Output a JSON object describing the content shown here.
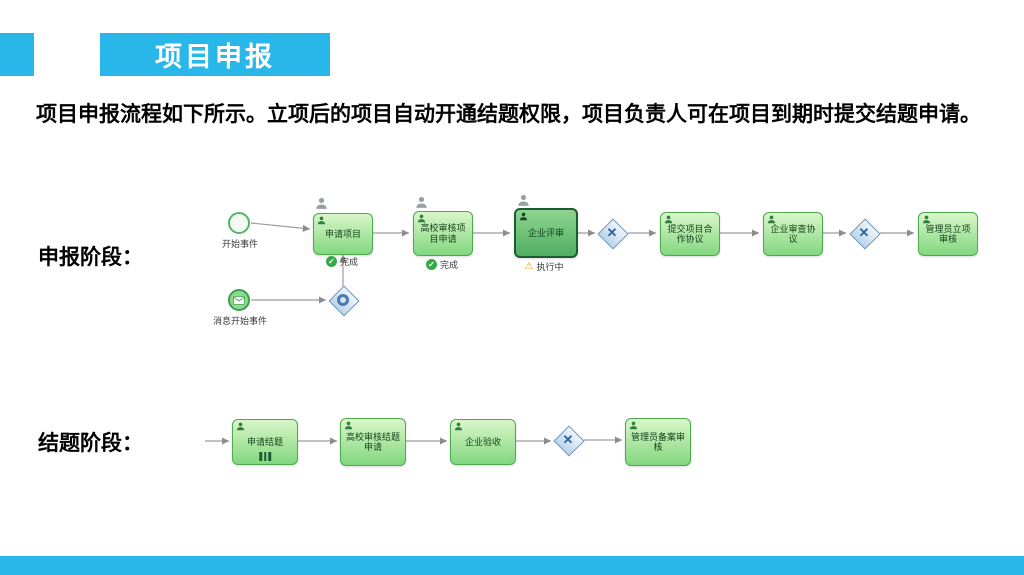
{
  "slide": {
    "title": "项目申报",
    "intro": "项目申报流程如下所示。立项后的项目自动开通结题权限，项目负责人可在项目到期时提交结题申请。"
  },
  "icons": {
    "check": "✓",
    "warning": "⚠",
    "gateway_x": "✕"
  },
  "colors": {
    "accent": "#29b6e8",
    "task_green": "#82d77f",
    "task_border": "#4fa94f",
    "selected_task_border": "#1d5c33",
    "gateway_blue": "#2f6398",
    "done_green": "#35a845",
    "running_orange": "#f0a202"
  },
  "stage1": {
    "label": "申报阶段：",
    "events": {
      "start": "开始事件",
      "message_start": "消息开始事件"
    },
    "tasks": [
      {
        "label": "申请项目",
        "status": "完成"
      },
      {
        "label": "高校审核项目申请",
        "status": "完成"
      },
      {
        "label": "企业评审",
        "status": "执行中"
      },
      {
        "label": "提交项目合作协议"
      },
      {
        "label": "企业审查协议"
      },
      {
        "label": "管理员立项审核"
      }
    ]
  },
  "stage2": {
    "label": "结题阶段：",
    "tasks": [
      {
        "label": "申请结题"
      },
      {
        "label": "高校审核结题申请"
      },
      {
        "label": "企业验收"
      },
      {
        "label": "管理员备案审核"
      }
    ]
  }
}
